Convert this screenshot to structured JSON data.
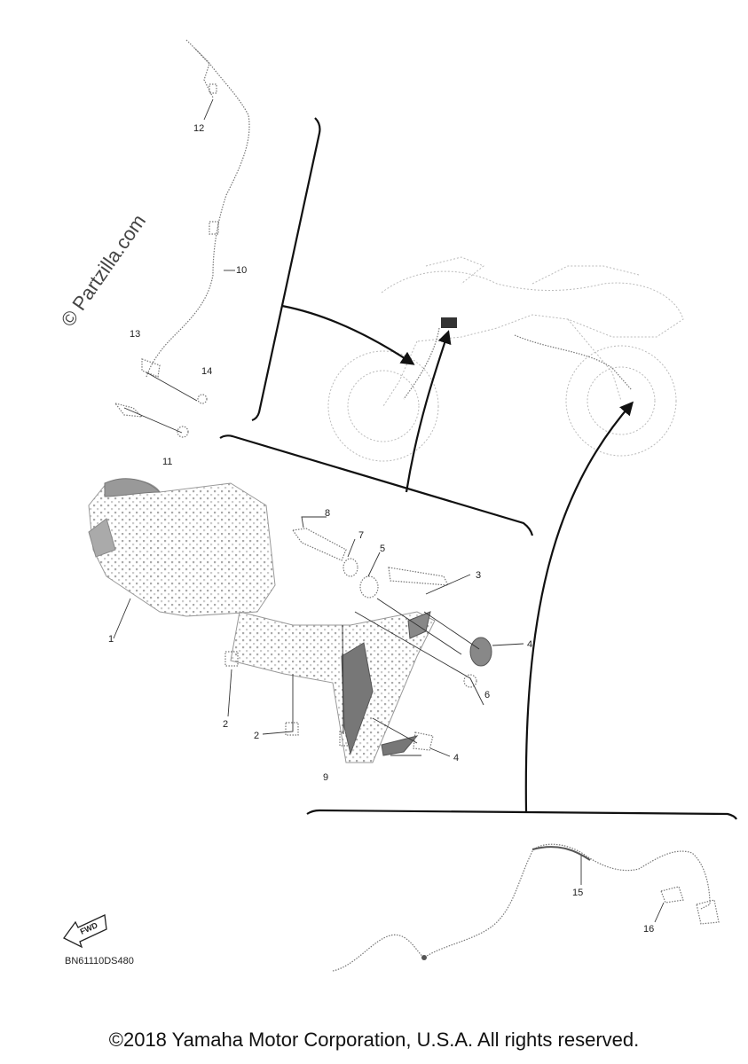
{
  "watermark": "© Partzilla.com",
  "diagram_code": "BN61110DS480",
  "fwd_label": "FWD",
  "copyright": "©2018 Yamaha Motor Corporation, U.S.A. All rights reserved.",
  "callouts": [
    "1",
    "2",
    "2",
    "3",
    "4",
    "4",
    "5",
    "6",
    "7",
    "8",
    "9",
    "10",
    "11",
    "12",
    "13",
    "14",
    "15",
    "16"
  ]
}
